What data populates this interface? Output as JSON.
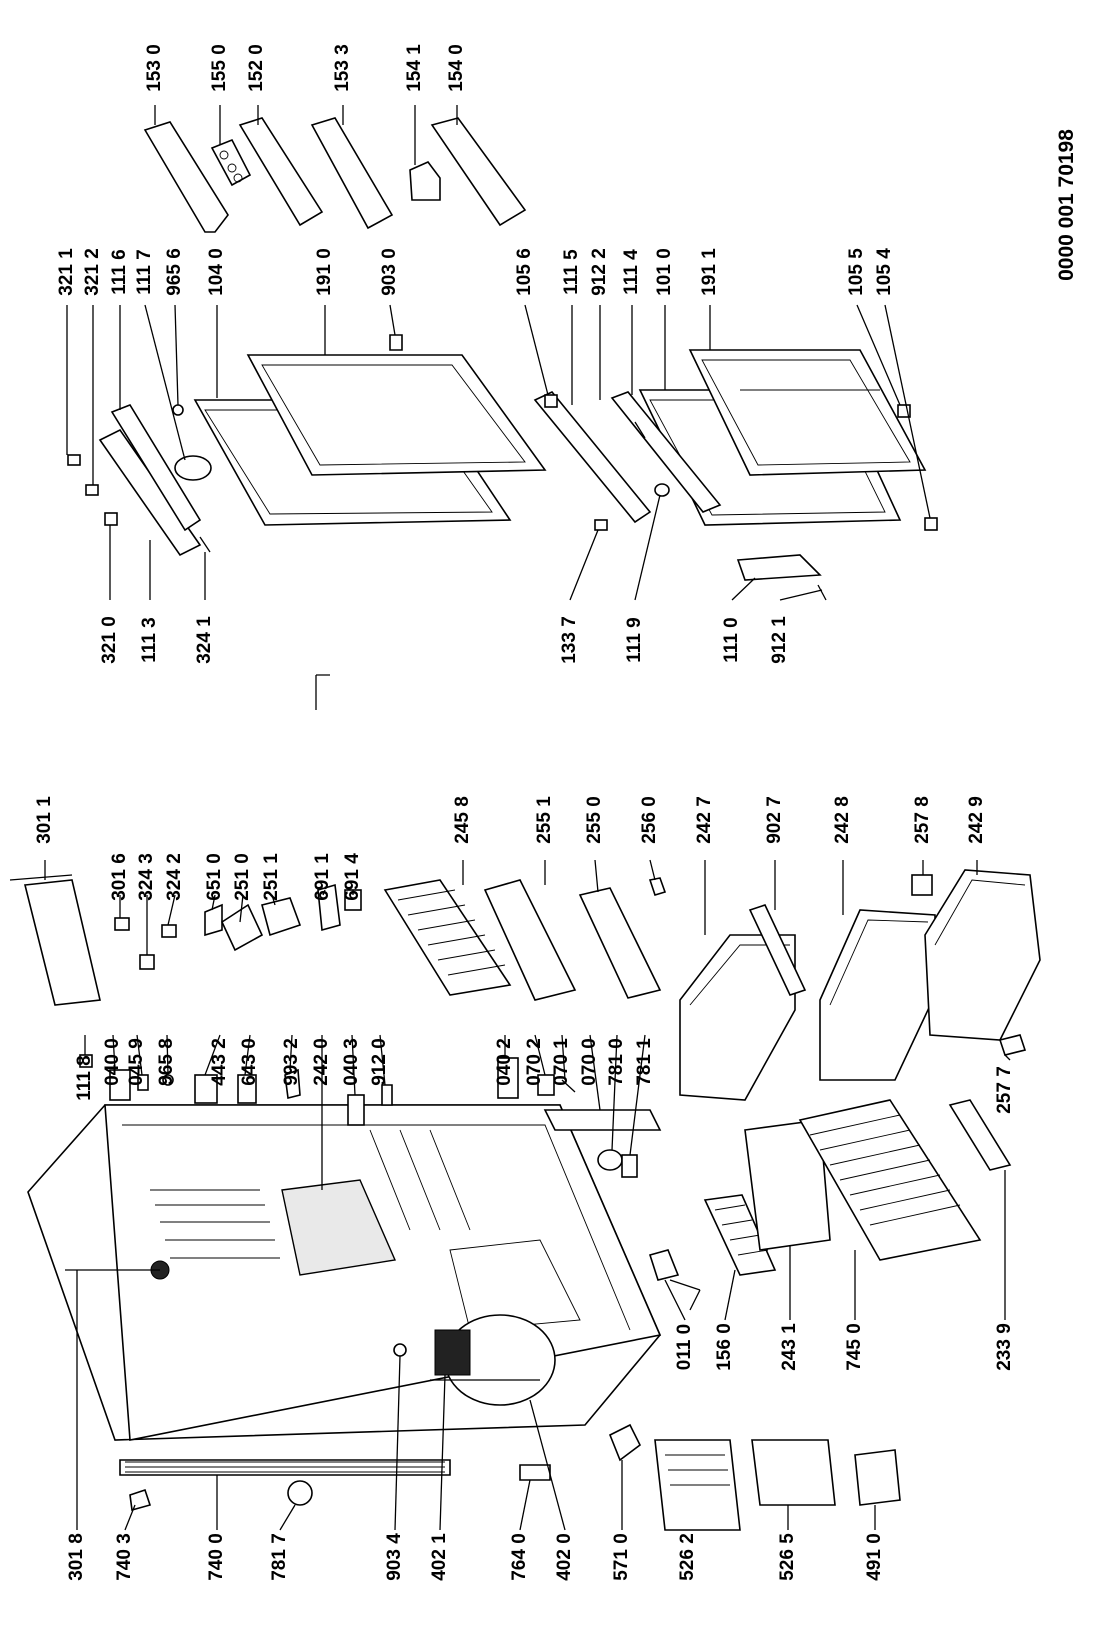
{
  "document_number": "0000 001 70198",
  "labels": {
    "l3011": "301 1",
    "l3016": "301 6",
    "l3243": "324 3",
    "l3242": "324 2",
    "l6510": "651 0",
    "l2510": "251 0",
    "l2511": "251 1",
    "l6911": "691 1",
    "l6914": "691 4",
    "l2458": "245 8",
    "l2551": "255 1",
    "l2550": "255 0",
    "l2560": "256 0",
    "l2427": "242 7",
    "l9027": "902 7",
    "l2428": "242 8",
    "l2578": "257 8",
    "l2429": "242 9",
    "l1118": "111 8",
    "l0400": "040 0",
    "l0459": "045 9",
    "l9658": "965 8",
    "l4432": "443 2",
    "l6430": "643 0",
    "l9932": "993 2",
    "l2420": "242 0",
    "l0403": "040 3",
    "l9120": "912 0",
    "l0402": "040 2",
    "l0702": "070 2",
    "l0701": "070 1",
    "l0700": "070 0",
    "l7810": "781 0",
    "l7811": "781 1",
    "l2577": "257 7",
    "l3018": "301 8",
    "l7403": "740 3",
    "l7400": "740 0",
    "l7817": "781 7",
    "l9034": "903 4",
    "l4021": "402 1",
    "l7640": "764 0",
    "l4020": "402 0",
    "l5710": "571 0",
    "l5262": "526 2",
    "l5265": "526 5",
    "l4910": "491 0",
    "l0110": "011 0",
    "l1560": "156 0",
    "l2431": "243 1",
    "l7450": "745 0",
    "l2339": "233 9",
    "l3211": "321 1",
    "l3212": "321 2",
    "l1116": "111 6",
    "l1117": "111 7",
    "l9656": "965 6",
    "l1040": "104 0",
    "l1910": "191 0",
    "l9030": "903 0",
    "l1056": "105 6",
    "l1115": "111 5",
    "l9122": "912 2",
    "l1114": "111 4",
    "l1010": "101 0",
    "l1911": "191 1",
    "l1055": "105 5",
    "l1054": "105 4",
    "l3210": "321 0",
    "l1113": "111 3",
    "l3241": "324 1",
    "l1337": "133 7",
    "l1119": "111 9",
    "l1110": "111 0",
    "l9121": "912 1",
    "l1530": "153 0",
    "l1550": "155 0",
    "l1520": "152 0",
    "l1533": "153 3",
    "l1541": "154 1",
    "l1540": "154 0"
  }
}
